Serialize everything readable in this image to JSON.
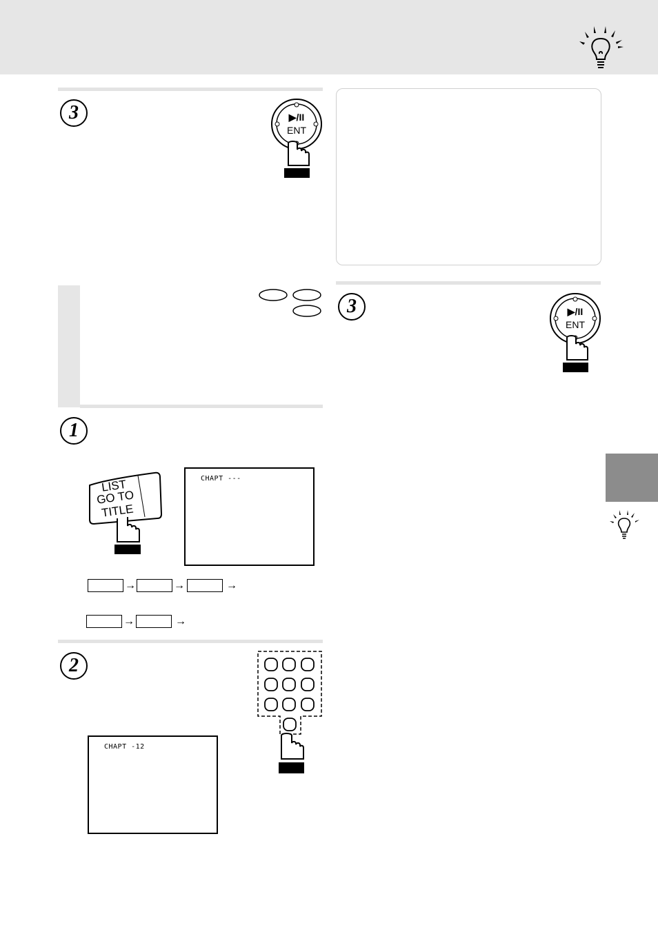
{
  "header": {
    "icon": "lightbulb-icon"
  },
  "steps": {
    "left_step3": {
      "number": "3"
    },
    "step1": {
      "number": "1"
    },
    "step2": {
      "number": "2"
    },
    "right_step3": {
      "number": "3"
    }
  },
  "ent_button": {
    "play_pause_symbol": "▶/II",
    "label": "ENT"
  },
  "list_button": {
    "line1": "LIST",
    "line2": "GO TO",
    "line3": "TITLE"
  },
  "screens": {
    "screen1_text": "CHAPT  ---",
    "screen2_text": "CHAPT  -12"
  },
  "flow_arrow": "→",
  "keypad": {
    "icon": "numeric-keypad-icon"
  },
  "side_tab": {
    "color": "#8c8c8c",
    "icon": "lightbulb-icon"
  }
}
